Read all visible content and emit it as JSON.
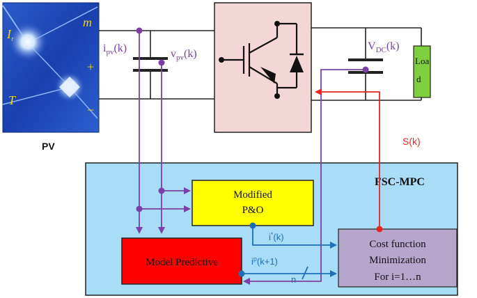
{
  "colors": {
    "pv_panel": "#1a3fae",
    "converter_box": "#f3d6d6",
    "fsc_region": "#a9dcf7",
    "po_box": "#ffff00",
    "model_box": "#ff0000",
    "cost_box": "#b7a6cc",
    "load_box": "#7fcf3f",
    "signal_purple": "#7b3fa8",
    "signal_blue": "#1f6fb8",
    "signal_red": "#e8261e"
  },
  "pv": {
    "label": "PV",
    "irradiance_symbol": "I",
    "irradiance_sub": "r",
    "temp_symbol": "T",
    "m_symbol": "m",
    "plus": "+",
    "minus": "−"
  },
  "signals": {
    "ipv_main": "i",
    "ipv_sub": "pv",
    "ipv_arg": "(k)",
    "vpv_main": "v",
    "vpv_sub": "pv",
    "vpv_arg": "(k)",
    "vdc_main": "V",
    "vdc_sub": "DC",
    "vdc_arg": "(k)",
    "switch": "S(k)",
    "iref_main": "i",
    "iref_sup": "*",
    "iref_arg": "(k)",
    "ipred_main": "i",
    "ipred_sup": "p",
    "ipred_arg": "(k+1)",
    "n": "n"
  },
  "load": {
    "label_line1": "Loa",
    "label_line2": "d"
  },
  "fsc": {
    "title": "FSC-MPC",
    "po_line1": "Modified",
    "po_line2": "P&O",
    "model_label": "Model Predictive",
    "cost_line1": "Cost function",
    "cost_line2": "Minimization",
    "cost_line3": "For i=1…n"
  }
}
